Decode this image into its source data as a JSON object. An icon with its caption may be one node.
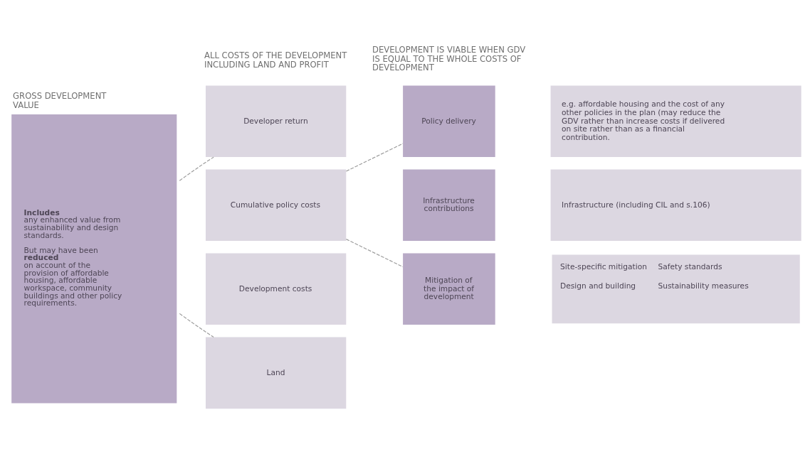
{
  "diagram": {
    "nodes": [
      {
        "text": [
          "GROSS DEVELOPMENT VALUE",
          "**Includes** any enhanced value from sustainability and design standards.",
          "But may have been **reduced** on account of the provision of affordable housing, affordable workspace, community buildings and other policy requirements."
        ]
      },
      {
        "text": [
          "Developer return"
        ]
      },
      {
        "text": [
          "Cumulative policy costs"
        ]
      },
      {
        "text": [
          "Development costs"
        ]
      },
      {
        "text": [
          "Land"
        ]
      },
      {
        "text": [
          "Policy delivery"
        ]
      },
      {
        "text": [
          "e.g. affordable housing and the cost of any other policies in the plan (may reduce the GDV rather than increase costs if delivered on site rather than as a financial contribution."
        ]
      },
      {
        "text": [
          "Infrastructure contributions"
        ]
      },
      {
        "text": [
          "Infrastructure (including CIL and s.106)"
        ]
      },
      {
        "text": [
          "Mitigation of the impact of development"
        ]
      },
      {
        "text": [
          "Site-specific mitigation",
          "Safety standards",
          "Design and building",
          "Sustainability measures"
        ]
      }
    ],
    "edges": [
      {
        "from": 0,
        "to": 1,
        "arrow": "none",
        "style": "dashed"
      },
      {
        "from": 0,
        "to": 4,
        "arrow": "none",
        "style": "dashed"
      },
      {
        "from": 2,
        "to": 5,
        "arrow": "none",
        "style": "dashed"
      },
      {
        "from": 2,
        "to": 9,
        "arrow": "none",
        "style": "dashed"
      }
    ],
    "labels": [
      "ALL COSTS OF THE DEVELOPMENT INCLUDING LAND AND PROFIT",
      "DEVELOPMENT IS VIABLE WHEN GDV IS EQUAL TO THE WHOLE COSTS OF DEVELOPMENT"
    ]
  }
}
